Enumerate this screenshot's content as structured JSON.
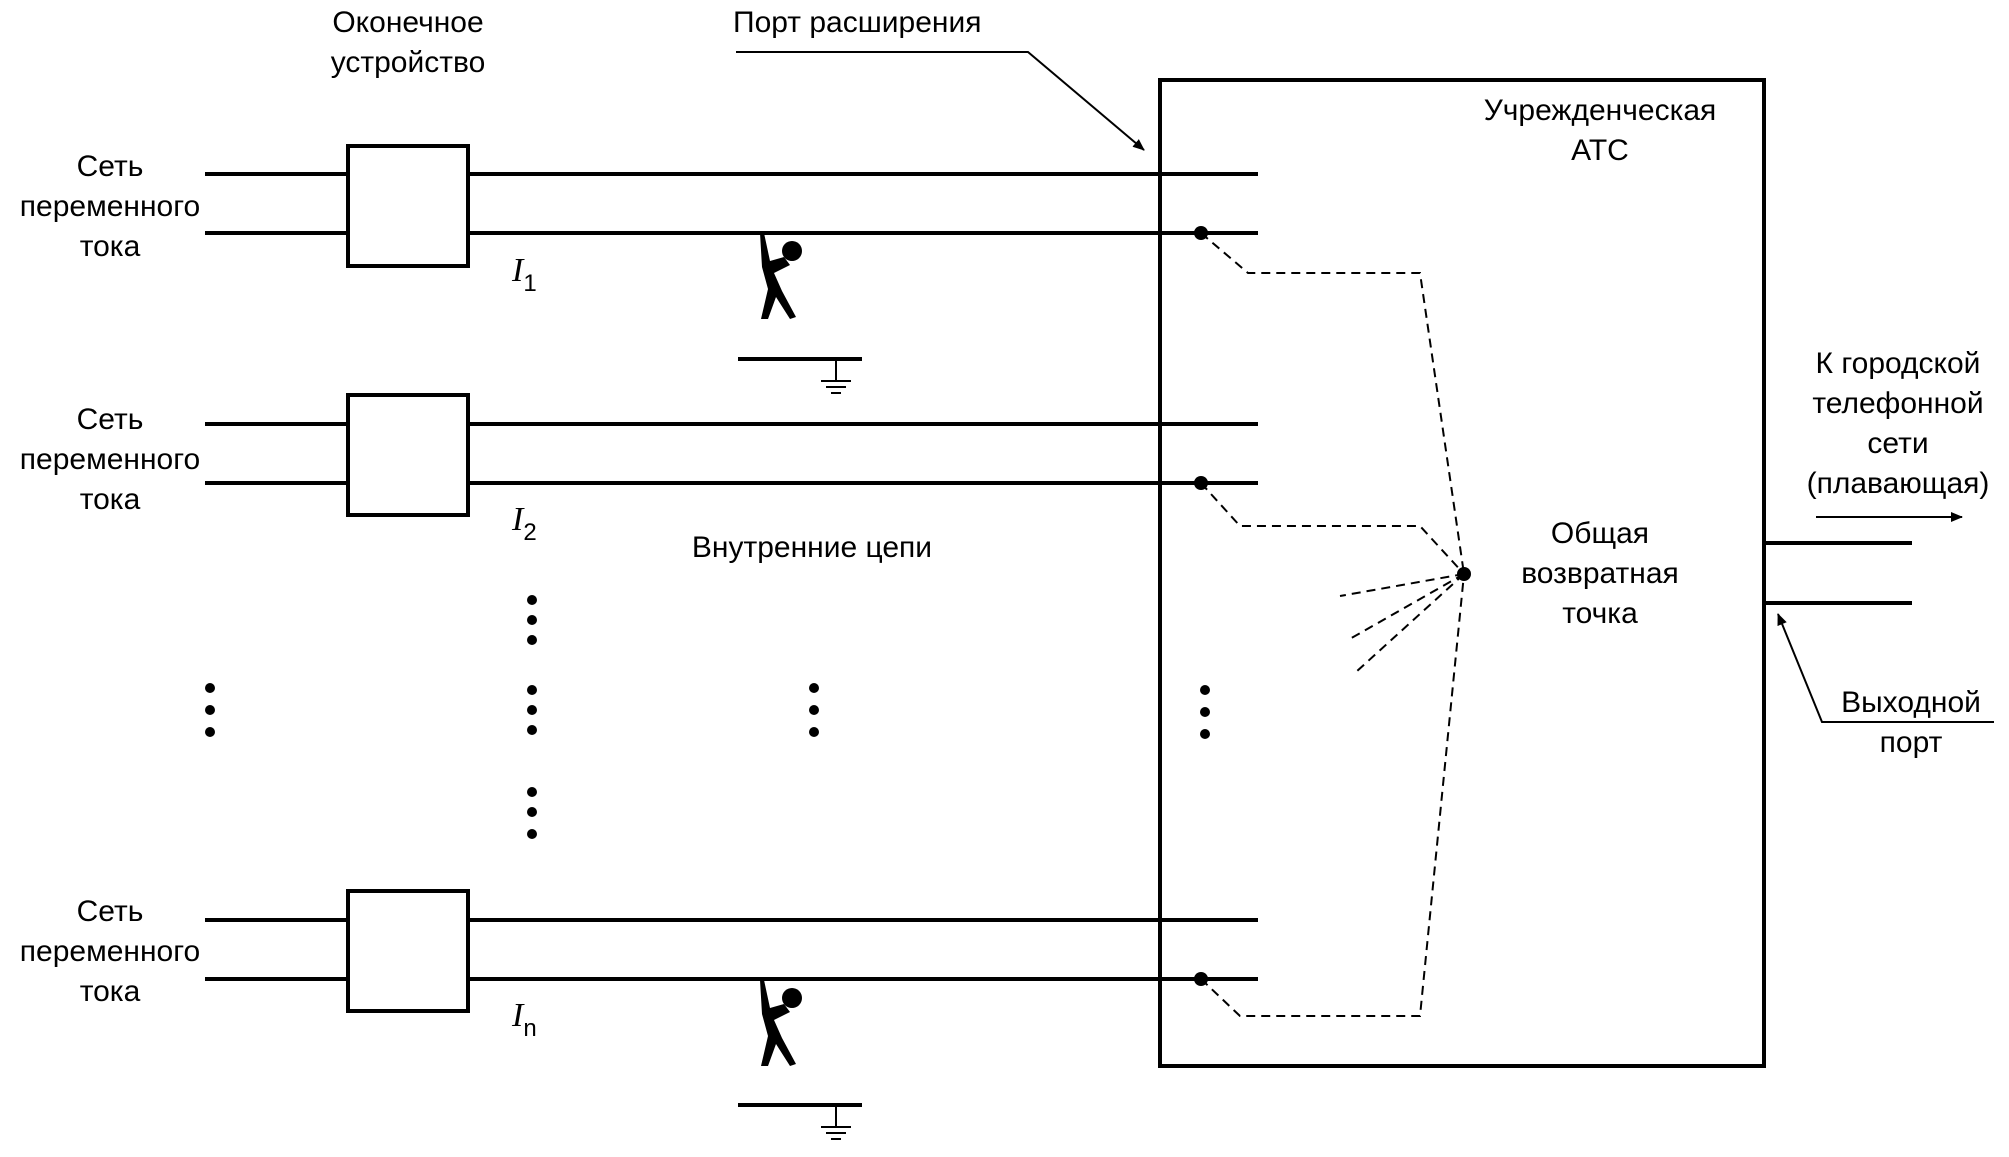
{
  "labels": {
    "terminal_device_1": "Оконечное",
    "terminal_device_2": "устройство",
    "expansion_port": "Порт расширения",
    "pbx_1": "Учрежденческая",
    "pbx_2": "АТС",
    "ac_mains_1": "Сеть",
    "ac_mains_2": "переменного",
    "ac_mains_3": "тока",
    "current_symbol": "I",
    "current_sub_1": "1",
    "current_sub_2": "2",
    "current_sub_n": "n",
    "internal_circuits": "Внутренние цепи",
    "common_return_1": "Общая",
    "common_return_2": "возвратная",
    "common_return_3": "точка",
    "pstn_1": "К городской",
    "pstn_2": "телефонной",
    "pstn_3": "сети",
    "pstn_4": "(плавающая)",
    "output_port_1": "Выходной",
    "output_port_2": "порт"
  }
}
